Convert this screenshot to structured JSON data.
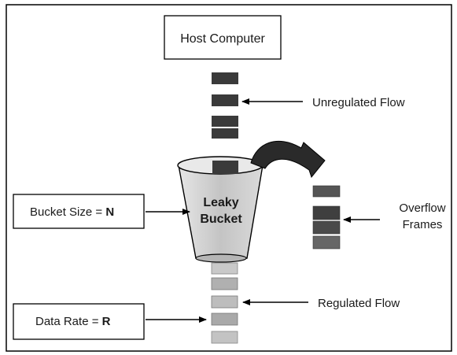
{
  "diagram": {
    "host": {
      "label": "Host Computer"
    },
    "bucket": {
      "line1": "Leaky",
      "line2": "Bucket"
    },
    "labels": {
      "unregulated": "Unregulated Flow",
      "overflow_line1": "Overflow",
      "overflow_line2": "Frames",
      "bucket_size_prefix": "Bucket Size = ",
      "bucket_size_var": "N",
      "data_rate_prefix": "Data Rate = ",
      "data_rate_var": "R",
      "regulated": "Regulated Flow"
    },
    "colors": {
      "unregulated_frame": "#3a3a3a",
      "overflow_frame": "#555555",
      "regulated_frame": "#b8b8b8",
      "bucket_fill": "#cfcfcf",
      "border": "#000000"
    }
  }
}
